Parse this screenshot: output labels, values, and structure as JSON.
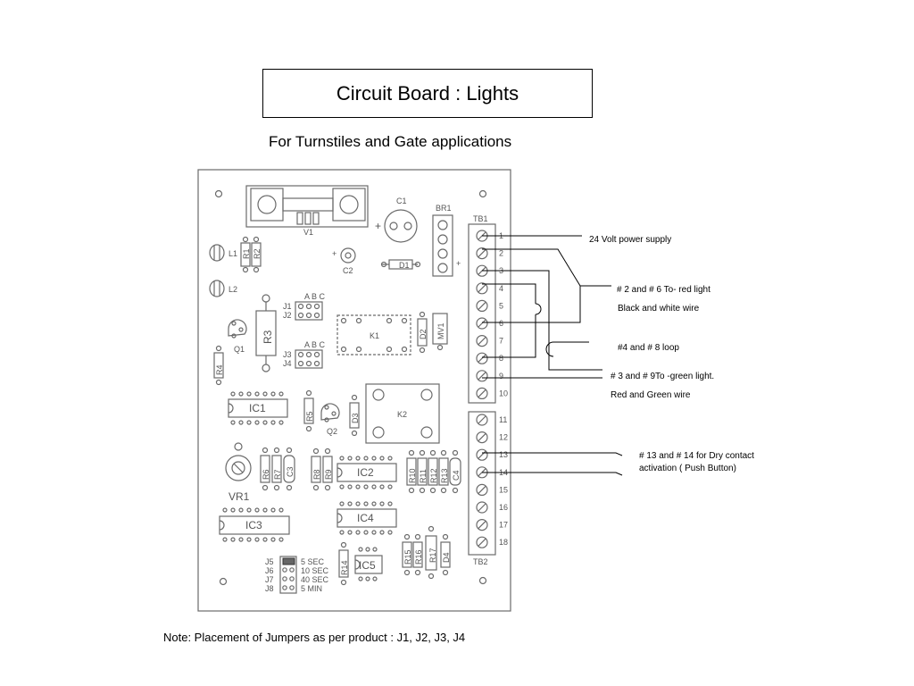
{
  "title": "Circuit Board : Lights",
  "subtitle": "For Turnstiles and Gate applications",
  "note": "Note: Placement of Jumpers as per product : J1, J2, J3, J4",
  "board": {
    "components": {
      "v1": "V1",
      "c1": "C1",
      "c2": "C2",
      "br1": "BR1",
      "d1": "D1",
      "l1": "L1",
      "l2": "L2",
      "r1": "R1",
      "r2": "R2",
      "r3": "R3",
      "r4": "R4",
      "q1": "Q1",
      "q2": "Q2",
      "k1": "K1",
      "k2": "K2",
      "d2": "D2",
      "mv1": "MV1",
      "d3": "D3",
      "r5": "R5",
      "ic1": "IC1",
      "ic2": "IC2",
      "ic3": "IC3",
      "ic4": "IC4",
      "ic5": "IC5",
      "vr1": "VR1",
      "r6": "R6",
      "r7": "R7",
      "c3": "C3",
      "r8": "R8",
      "r9": "R9",
      "r10": "R10",
      "r11": "R11",
      "r12": "R12",
      "r13": "R13",
      "c4": "C4",
      "r14": "R14",
      "r15": "R15",
      "r16": "R16",
      "r17": "R17",
      "d4": "D4",
      "j1": "J1",
      "j2": "J2",
      "j3": "J3",
      "j4": "J4",
      "abc1": "A B C",
      "abc2": "A B C",
      "j5": "J5",
      "j6": "J6",
      "j7": "J7",
      "j8": "J8",
      "t5": "5 SEC",
      "t10": "10 SEC",
      "t40": "40 SEC",
      "t5m": "5 MIN",
      "tb1": "TB1",
      "tb2": "TB2"
    },
    "terminals": [
      "1",
      "2",
      "3",
      "4",
      "5",
      "6",
      "7",
      "8",
      "9",
      "10",
      "11",
      "12",
      "13",
      "14",
      "15",
      "16",
      "17",
      "18"
    ]
  },
  "annotations": {
    "power": "24 Volt power supply",
    "red_light": "# 2 and # 6 To- red light",
    "black_white": "Black and white wire",
    "loop": "#4 and # 8 loop",
    "green_light": "# 3 and # 9To -green light.",
    "red_green": "Red and Green wire",
    "dry_contact_1": "# 13 and # 14 for Dry contact",
    "dry_contact_2": "activation ( Push Button)"
  }
}
